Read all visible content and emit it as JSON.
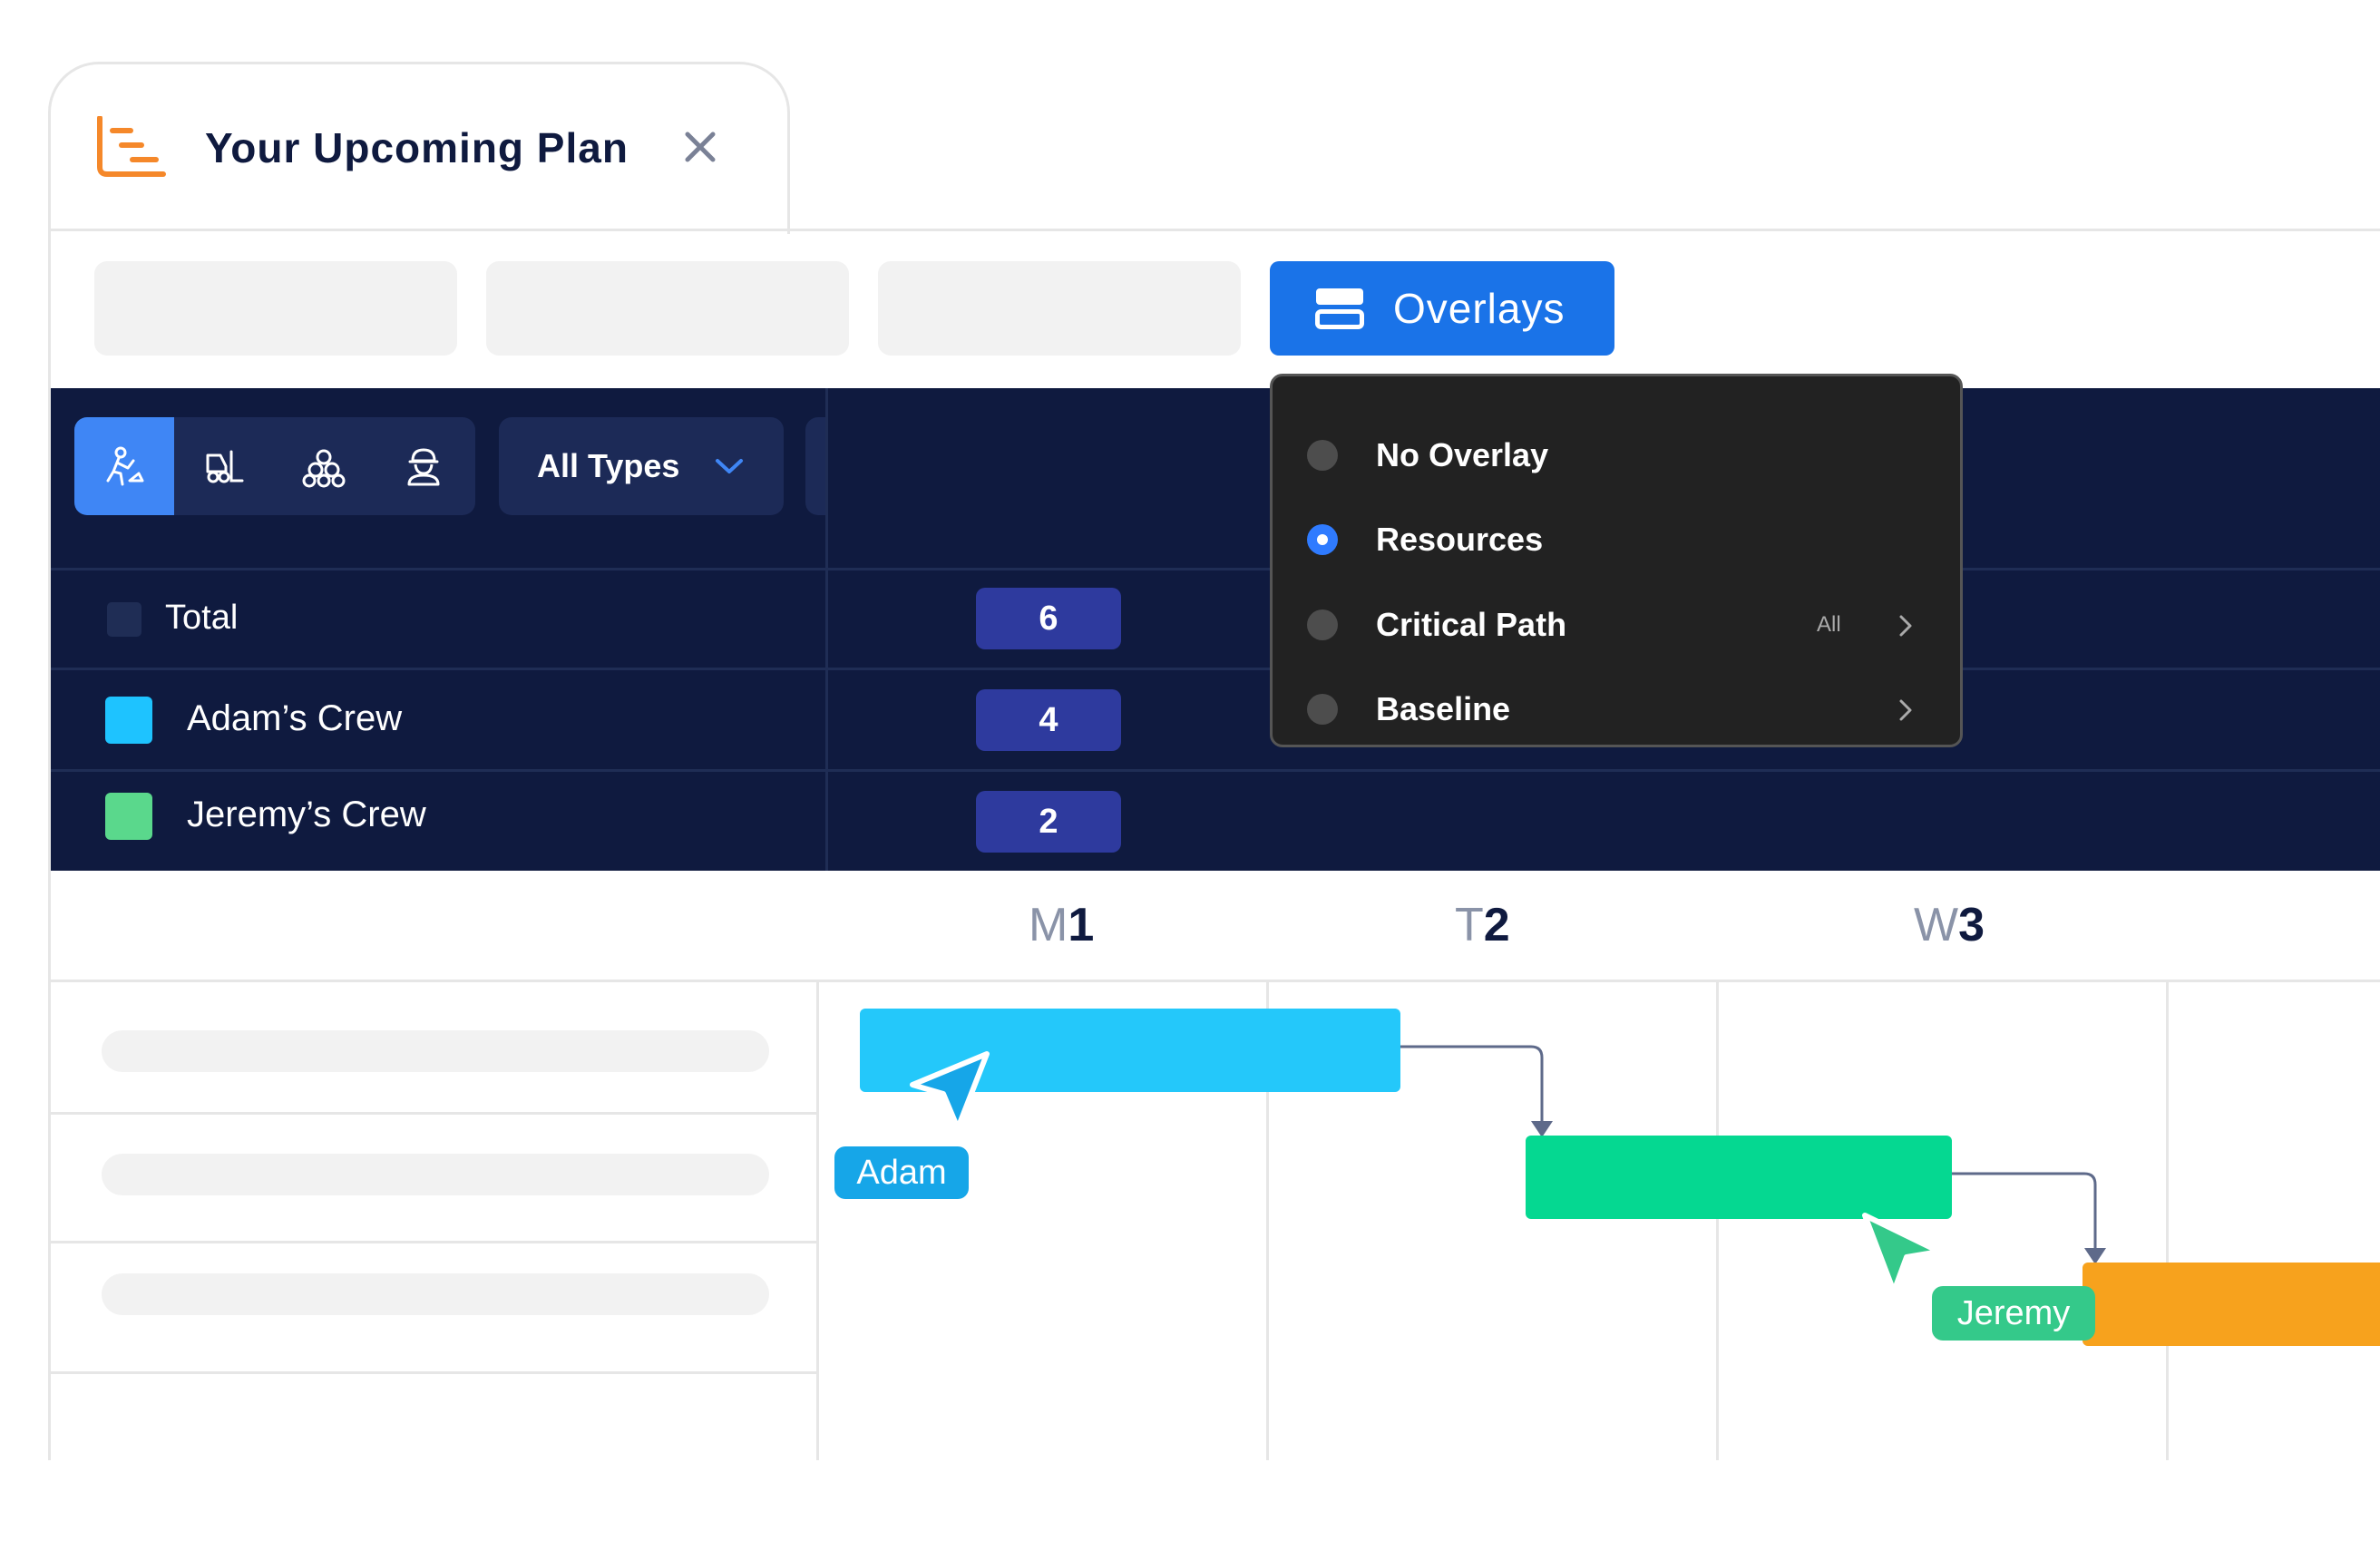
{
  "tab": {
    "title": "Your Upcoming Plan",
    "icon": "gantt-chart-icon",
    "close_icon": "close-icon"
  },
  "toolbar": {
    "overlays_label": "Overlays",
    "overlays_icon": "layers-icon"
  },
  "filters": {
    "icons": [
      "worker-digging-icon",
      "excavator-icon",
      "materials-icon",
      "worker-hardhat-icon"
    ],
    "active_index": 0,
    "type_select": "All Types"
  },
  "resources": {
    "total": {
      "label": "Total",
      "count": "6"
    },
    "rows": [
      {
        "label": "Adam’s Crew",
        "count": "4",
        "color": "#1ec3ff"
      },
      {
        "label": "Jeremy’s Crew",
        "count": "2",
        "color": "#5ad88c"
      }
    ]
  },
  "overlay_menu": {
    "items": [
      {
        "label": "No Overlay",
        "selected": false
      },
      {
        "label": "Resources",
        "selected": true
      },
      {
        "label": "Critical Path",
        "selected": false,
        "extra": "All",
        "submenu": true
      },
      {
        "label": "Baseline",
        "selected": false,
        "submenu": true
      }
    ]
  },
  "timeline": {
    "days": [
      {
        "letter": "M",
        "number": "1"
      },
      {
        "letter": "T",
        "number": "2"
      },
      {
        "letter": "W",
        "number": "3"
      }
    ],
    "tasks": [
      {
        "color": "#24c8fa"
      },
      {
        "color": "#05d891"
      },
      {
        "color": "#f7a21d"
      }
    ],
    "cursors": [
      {
        "name": "Adam",
        "color": "#16a6e8"
      },
      {
        "name": "Jeremy",
        "color": "#34c98a"
      }
    ]
  },
  "colors": {
    "accent": "#1a73e8",
    "panel": "#0f1a3f",
    "orange": "#f5882a"
  }
}
